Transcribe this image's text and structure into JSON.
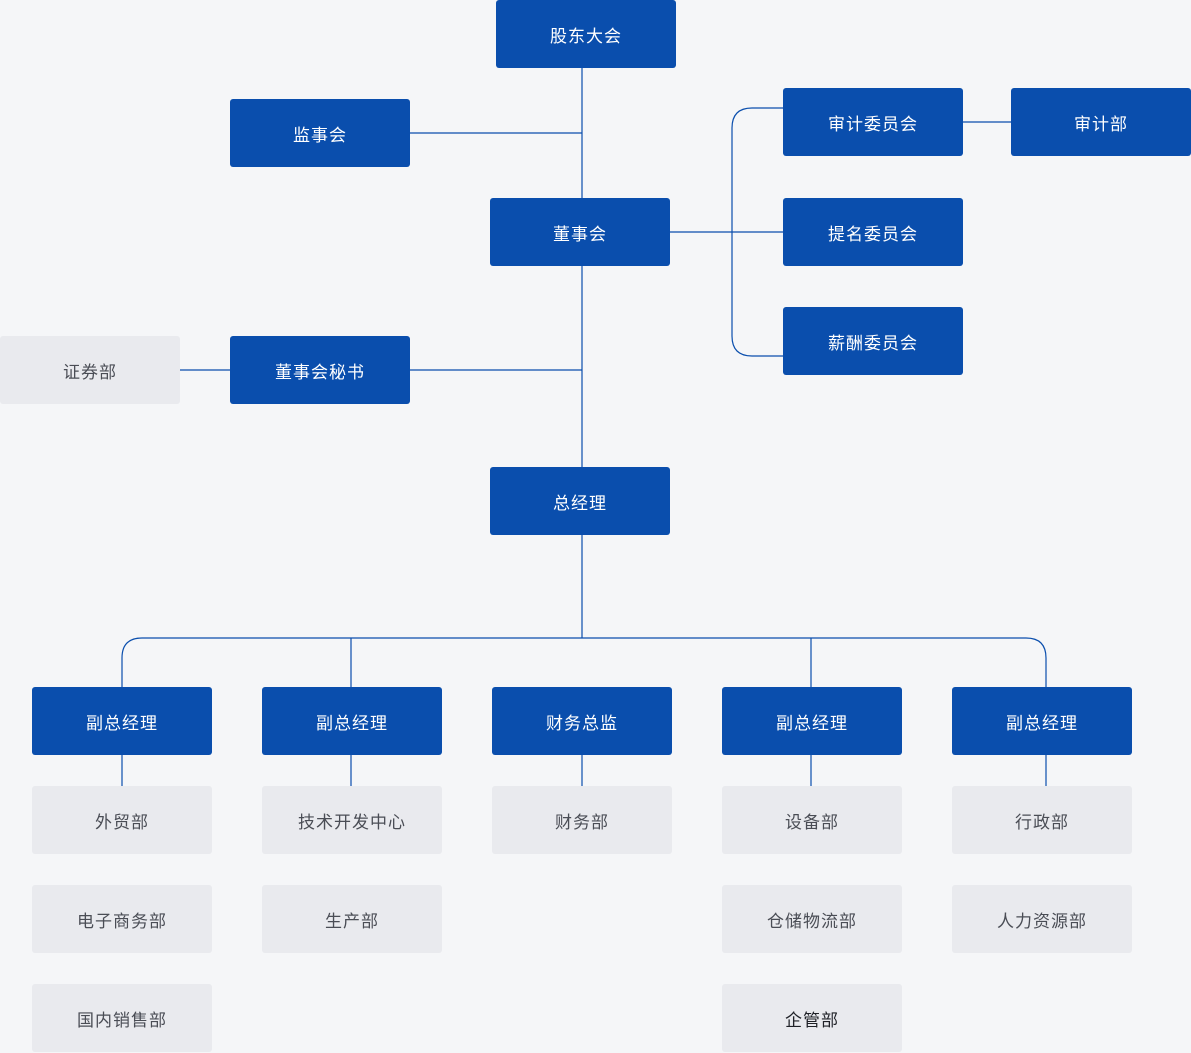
{
  "colors": {
    "primary": "#0a4ead",
    "secondary_box": "#e9eaee",
    "line": "#0a4ead",
    "background": "#f5f6f8"
  },
  "nodes": {
    "shareholders_meeting": "股东大会",
    "supervisory_board": "监事会",
    "audit_committee": "审计委员会",
    "audit_dept": "审计部",
    "board_of_directors": "董事会",
    "nomination_committee": "提名委员会",
    "remuneration_committee": "薪酬委员会",
    "securities_dept": "证券部",
    "board_secretary": "董事会秘书",
    "general_manager": "总经理",
    "deputy_gm_1": "副总经理",
    "deputy_gm_2": "副总经理",
    "cfo": "财务总监",
    "deputy_gm_3": "副总经理",
    "deputy_gm_4": "副总经理",
    "foreign_trade_dept": "外贸部",
    "ecommerce_dept": "电子商务部",
    "domestic_sales_dept": "国内销售部",
    "tech_dev_center": "技术开发中心",
    "production_dept": "生产部",
    "finance_dept": "财务部",
    "equipment_dept": "设备部",
    "logistics_dept": "仓储物流部",
    "enterprise_mgmt_dept": "企管部",
    "admin_dept": "行政部",
    "hr_dept": "人力资源部"
  }
}
